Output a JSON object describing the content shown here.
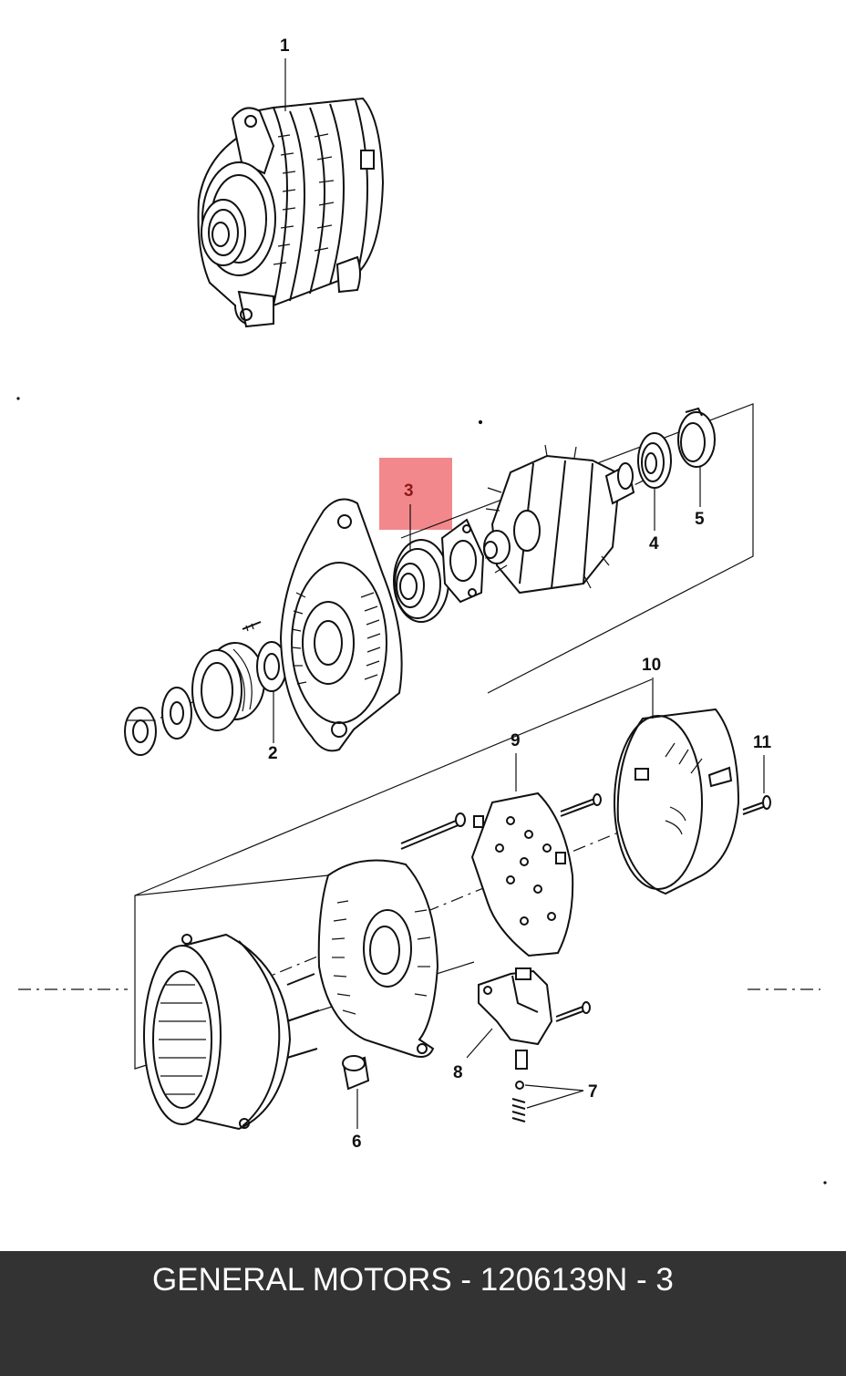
{
  "diagram": {
    "callouts": [
      "1",
      "2",
      "3",
      "4",
      "5",
      "6",
      "7",
      "8",
      "9",
      "10",
      "11"
    ],
    "highlighted_part": "3",
    "highlight_color": "#ef5a5f",
    "line_color": "#111111"
  },
  "footer": {
    "brand": "GENERAL MOTORS",
    "separator": " - ",
    "part_number": "1206139",
    "ref": "N - 3",
    "background": "#333333",
    "text_color": "#ffffff"
  }
}
